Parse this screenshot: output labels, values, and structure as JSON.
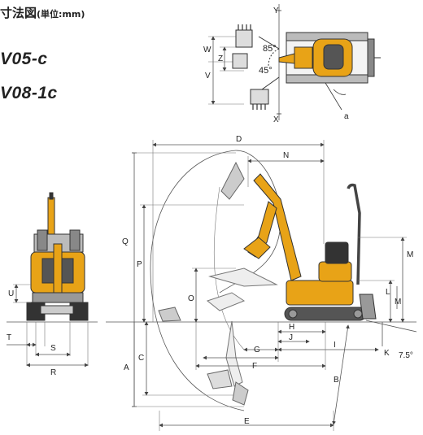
{
  "title": "寸法図",
  "title_unit": "(単位:mm)",
  "models": [
    "V05-c",
    "V08-1c"
  ],
  "labels": {
    "Y": "Y",
    "W": "W",
    "Z": "Z",
    "V": "V",
    "X": "X",
    "a": "a",
    "ang_top": "85°",
    "ang_bottom": "45°",
    "U": "U",
    "T": "T",
    "S": "S",
    "R": "R",
    "D": "D",
    "N": "N",
    "Q": "Q",
    "P": "P",
    "O": "O",
    "M": "M",
    "L": "L",
    "H": "H",
    "J": "J",
    "G": "G",
    "I": "I",
    "F": "F",
    "K": "K",
    "A": "A",
    "C": "C",
    "B": "B",
    "E": "E",
    "ang_slope": "7.5°"
  },
  "colors": {
    "machine": "#e8a317",
    "line": "#333333",
    "dim": "#555555"
  }
}
